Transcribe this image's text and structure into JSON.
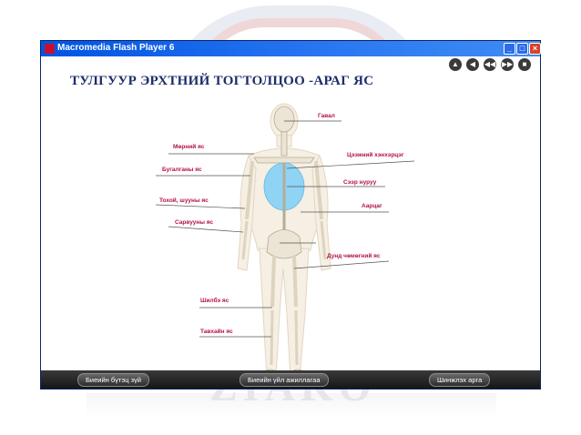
{
  "window": {
    "title": "Macromedia Flash Player 6"
  },
  "window_controls": {
    "minimize": "_",
    "maximize": "□",
    "close": "×"
  },
  "toolbar": [
    {
      "icon": "home-icon",
      "glyph": "▲"
    },
    {
      "icon": "back-icon",
      "glyph": "◀"
    },
    {
      "icon": "rewind-icon",
      "glyph": "◀◀"
    },
    {
      "icon": "forward-icon",
      "glyph": "▶▶"
    },
    {
      "icon": "stop-icon",
      "glyph": "■"
    }
  ],
  "main": {
    "heading": "ТУЛГУУР ЭРХТНИЙ ТОГТОЛЦОО -АРАГ ЯС",
    "labels": {
      "skull": "Гавал",
      "sternum": "Цээжний хэнхэрцэг",
      "spine": "Сээр нуруу",
      "pelvis": "Аарцаг",
      "femur": "Дунд чөмөгний яс",
      "shoulder": "Мөрний яс",
      "humerus": "Бугалганы яс",
      "forearm": "Тохой, шууны яс",
      "hand": "Сарвууны яс",
      "shin": "Шилбэ яс",
      "foot": "Тавхайн яс"
    }
  },
  "bottom_nav": {
    "structure": "Биеийн бүтэц зүй",
    "function": "Биеийн үйл ажиллагаа",
    "methods": "Шинжлэх арга"
  },
  "watermark": "ZIAKO",
  "colors": {
    "title_bar": "#0054e3",
    "heading": "#1d2d6b",
    "label": "#b0124a",
    "bottom_bar": "#1f1f1f",
    "ribcage": "#8fd3f5"
  }
}
